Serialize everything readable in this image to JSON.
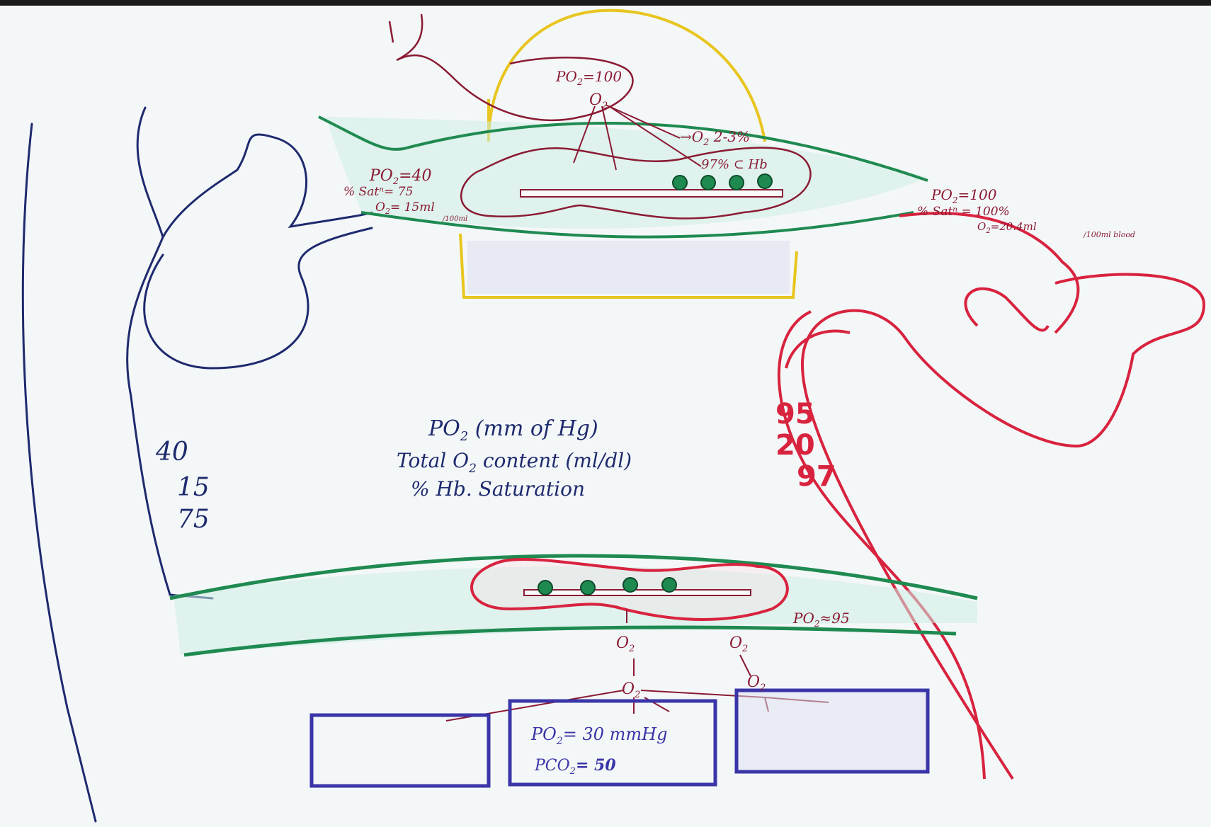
{
  "alveolus_top": {
    "alveolar_po2": "PO",
    "alveolar_po2_sub": "2",
    "alveolar_po2_value": "=100",
    "o2_label": "O",
    "o2_label_sub": "2",
    "dissolved": "→O",
    "dissolved_sub": "2",
    "dissolved_value": " 2-3%",
    "bound": "97% ⊂ Hb"
  },
  "pulmonary_artery_values": {
    "po2": "PO",
    "po2_sub": "2",
    "po2_value": "=40",
    "sat": "% Satⁿ= 75",
    "o2": "O",
    "o2_sub": "2",
    "o2_value": "= 15ml",
    "o2_unit": "/100ml"
  },
  "pulmonary_vein_values": {
    "po2": "PO",
    "po2_sub": "2",
    "po2_value": "=100",
    "sat": "% Satⁿ = 100%",
    "o2": "O",
    "o2_sub": "2",
    "o2_value": "=20.4ml",
    "o2_unit": "/100ml blood"
  },
  "legend": {
    "line1": "PO",
    "line1_sub": "2",
    "line1_rest": " (mm of Hg)",
    "line2": "Total O",
    "line2_sub": "2",
    "line2_rest": " content (ml/dl)",
    "line3": "% Hb. Saturation"
  },
  "venous_values": [
    "40",
    "15",
    "75"
  ],
  "arterial_values": [
    "95",
    "20",
    "97"
  ],
  "capillary_bottom": {
    "po2": "PO",
    "po2_sub": "2",
    "po2_value": "≈95",
    "o2_a": "O",
    "o2_a_sub": "2",
    "o2_b": "O",
    "o2_b_sub": "2",
    "o2_c": "O",
    "o2_c_sub": "2",
    "o2_d": "O",
    "o2_d_sub": "2"
  },
  "tissue": {
    "po2": "PO",
    "po2_sub": "2",
    "po2_value": "= 30 mmHg",
    "pco2": "PCO",
    "pco2_sub": "2",
    "pco2_value": "= 50"
  },
  "colors": {
    "capillary_green": "#1f8a50",
    "capillary_fill": "#cdeee3",
    "arterial_red": "#d8233f",
    "venous_blue": "#1e2a6e",
    "alveolus_yellow": "#e8c51f",
    "rbc_maroon": "#8a1a33",
    "tissue_blue": "#3a35a8"
  }
}
